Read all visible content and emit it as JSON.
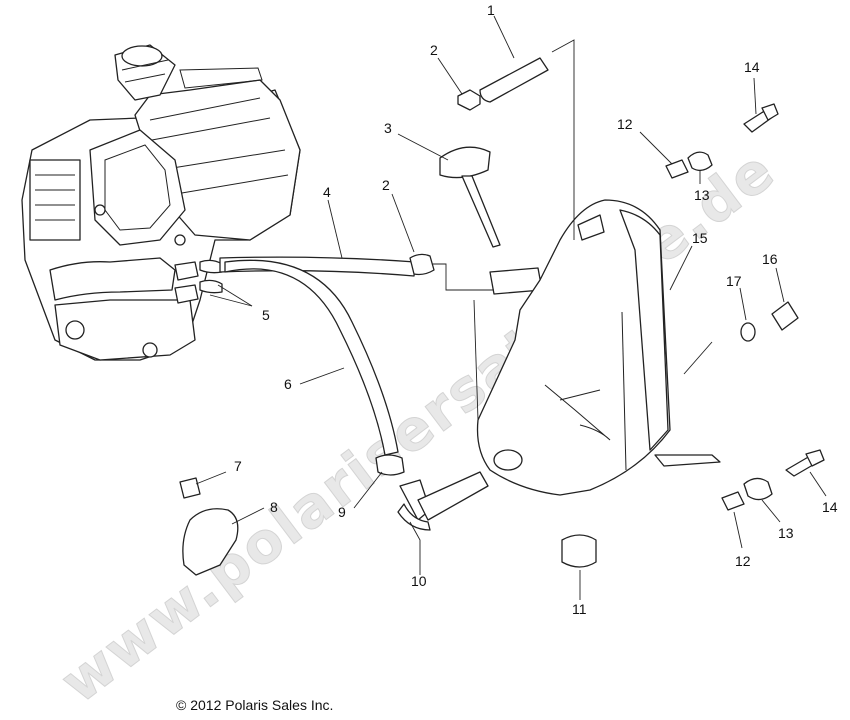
{
  "watermark": "www.polarisersatzteile.de",
  "copyright": "© 2012 Polaris Sales Inc.",
  "callouts": [
    "1",
    "2",
    "3",
    "2",
    "4",
    "5",
    "6",
    "7",
    "8",
    "9",
    "10",
    "11",
    "12",
    "13",
    "14",
    "15",
    "16",
    "17",
    "12",
    "13",
    "14"
  ]
}
